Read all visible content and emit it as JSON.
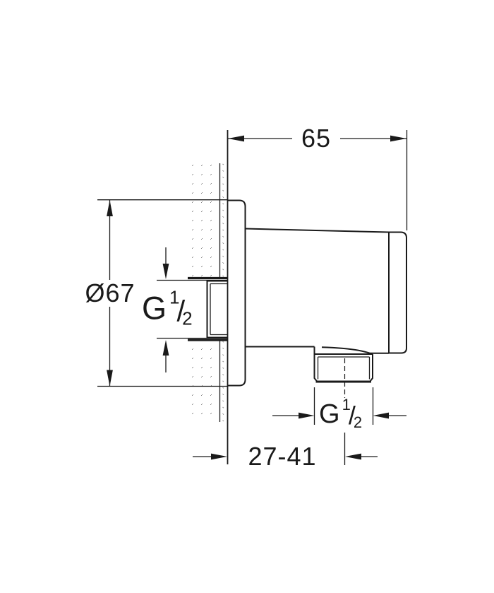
{
  "colors": {
    "background": "#ffffff",
    "line": "#1a1a1a"
  },
  "dimensions": {
    "width": {
      "value": "65"
    },
    "diameter": {
      "symbol": "Ø",
      "value": "67"
    },
    "depth_range": {
      "value": "27-41"
    },
    "inlet_thread": {
      "prefix": "G",
      "numerator": "1",
      "fraction_slash": "/",
      "denominator": "2"
    },
    "outlet_thread": {
      "prefix": "G",
      "numerator": "1",
      "fraction_slash": "/",
      "denominator": "2"
    }
  }
}
